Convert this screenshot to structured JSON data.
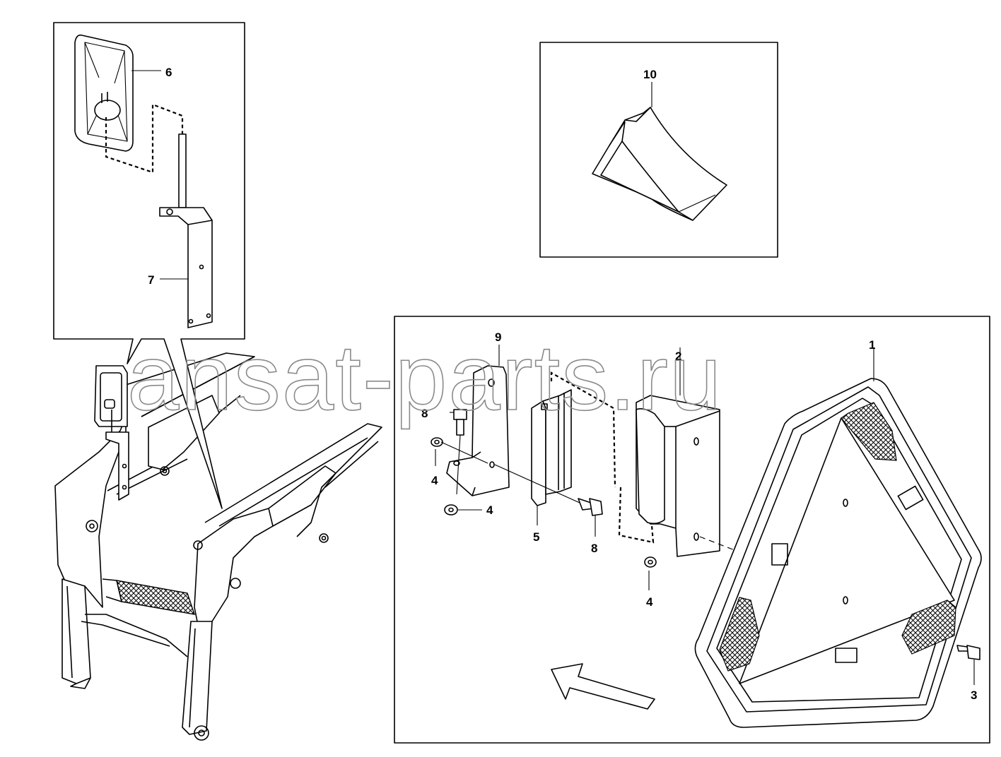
{
  "watermark": "ansat-parts.ru",
  "callouts": {
    "c1": "1",
    "c2": "2",
    "c3": "3",
    "c4a": "4",
    "c4b": "4",
    "c4c": "4",
    "c5": "5",
    "c6": "6",
    "c7": "7",
    "c8a": "8",
    "c8b": "8",
    "c9": "9",
    "c10": "10"
  }
}
